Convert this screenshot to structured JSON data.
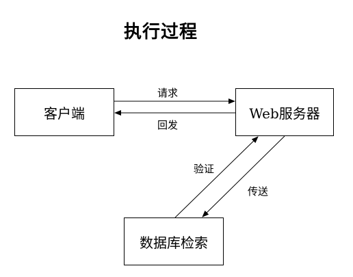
{
  "diagram": {
    "title": "执行过程",
    "nodes": {
      "client": "客户端",
      "server": "Web服务器",
      "database": "数据库检索"
    },
    "edges": {
      "request": "请求",
      "response": "回发",
      "verify": "验证",
      "transfer": "传送"
    },
    "line_color": "#000000"
  }
}
